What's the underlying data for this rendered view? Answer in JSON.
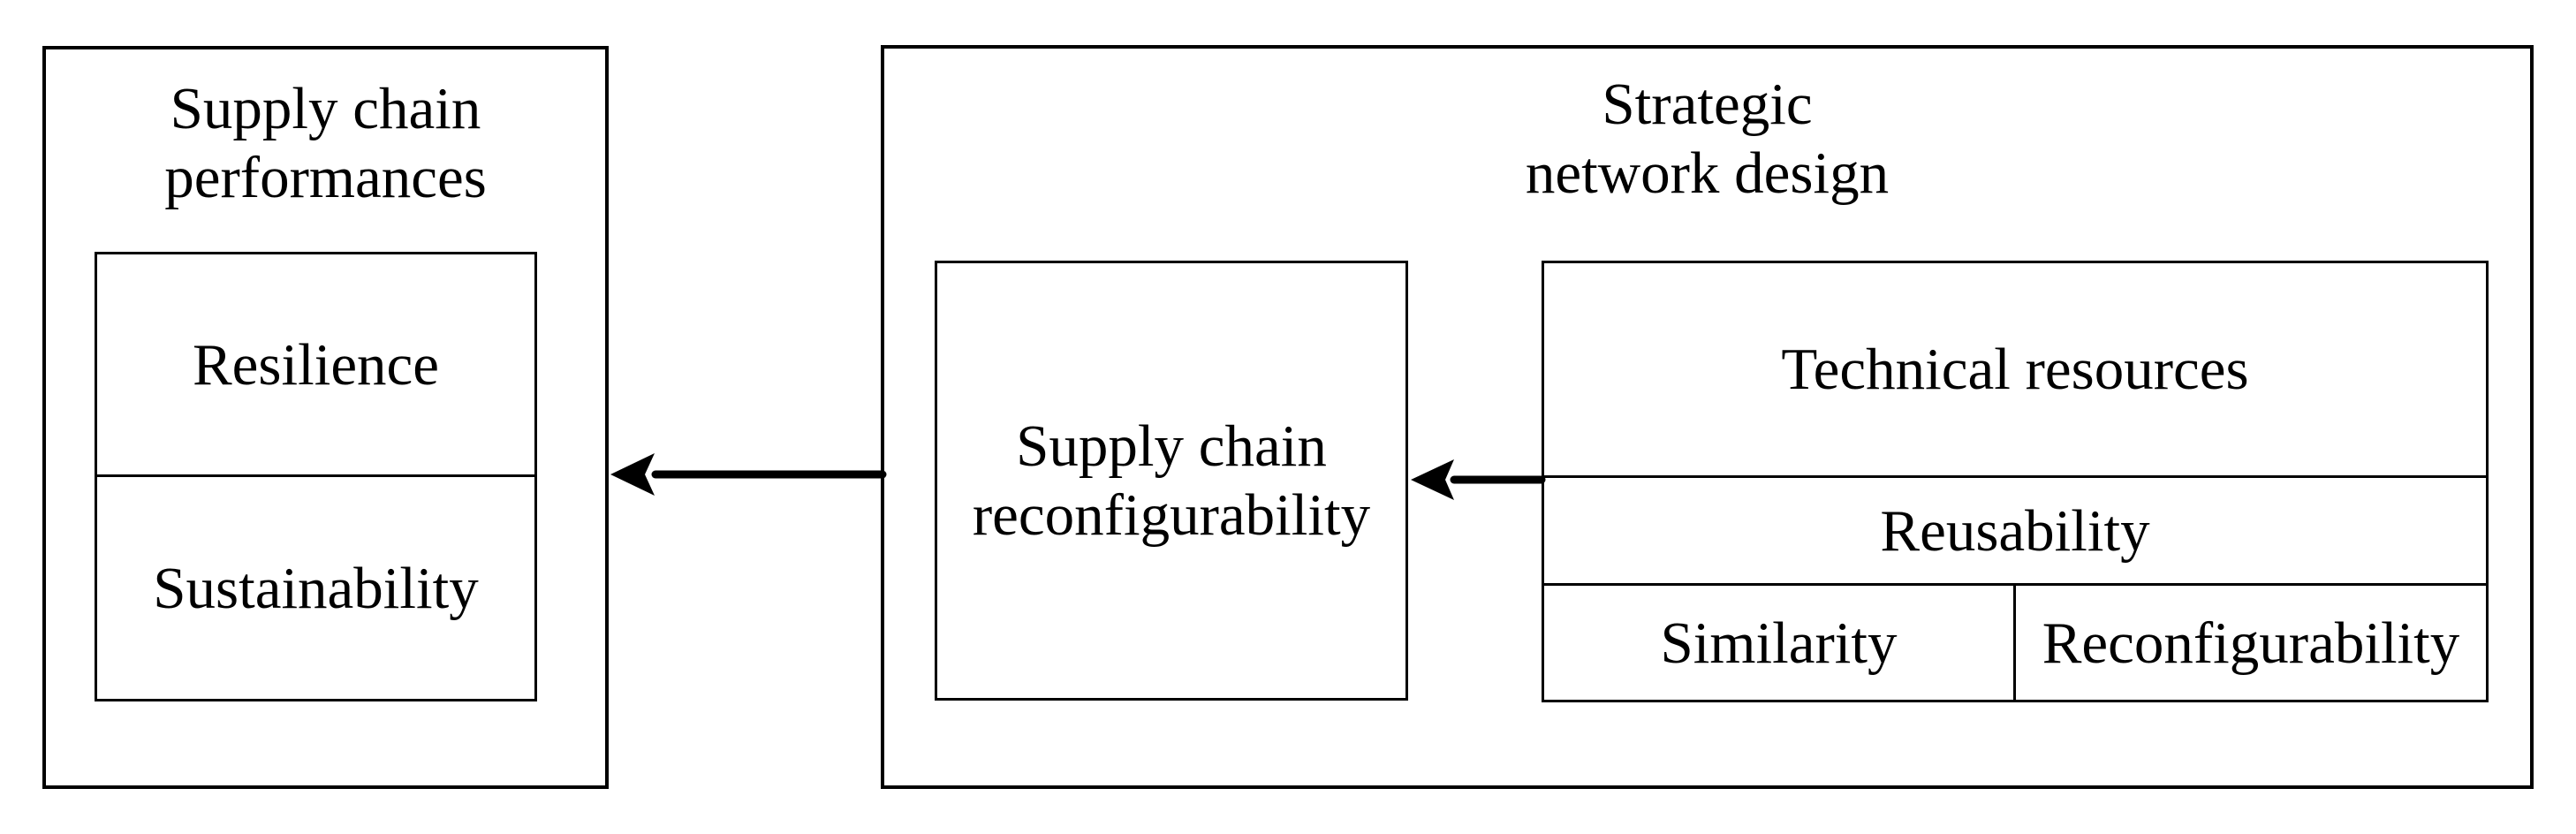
{
  "diagram": {
    "background_color": "#ffffff",
    "line_color": "#000000",
    "left_box": {
      "title_line1": "Supply chain",
      "title_line2": "performances",
      "resilience_label": "Resilience",
      "sustainability_label": "Sustainability"
    },
    "right_box": {
      "title_line1": "Strategic",
      "title_line2": "network design",
      "reconfigurability_box": {
        "line1": "Supply chain",
        "line2": "reconfigurability"
      },
      "resources_box": {
        "technical_resources_label": "Technical resources",
        "reusability_label": "Reusability",
        "similarity_label": "Similarity",
        "reconfigurability_label": "Reconfigurability"
      }
    }
  }
}
